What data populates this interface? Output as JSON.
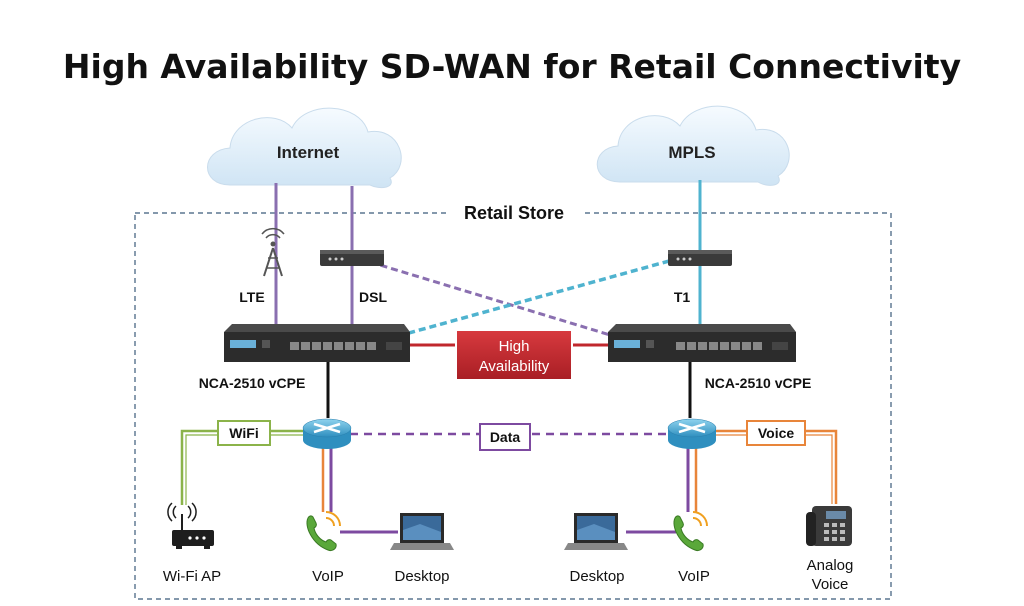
{
  "title": "High Availability SD-WAN for Retail Connectivity",
  "clouds": {
    "internet": "Internet",
    "mpls": "MPLS"
  },
  "store_label": "Retail Store",
  "links": {
    "lte": "LTE",
    "dsl": "DSL",
    "t1": "T1"
  },
  "devices": {
    "left_vcpe": "NCA-2510 vCPE",
    "right_vcpe": "NCA-2510 vCPE"
  },
  "ha": {
    "line1": "High",
    "line2": "Availability"
  },
  "connections": {
    "wifi": "WiFi",
    "data": "Data",
    "voice": "Voice"
  },
  "endpoints": {
    "wifi_ap": "Wi-Fi AP",
    "voip_left": "VoIP",
    "desktop_left": "Desktop",
    "desktop_right": "Desktop",
    "voip_right": "VoIP",
    "analog_line1": "Analog",
    "analog_line2": "Voice"
  },
  "colors": {
    "internet_line": "#8a6fb0",
    "mpls_line": "#4fb3cf",
    "ha_box": "#c0272d",
    "wifi": "#8bb34a",
    "voice": "#e8853a",
    "data": "#7d4aa0",
    "store_border": "#3b5b7a"
  }
}
